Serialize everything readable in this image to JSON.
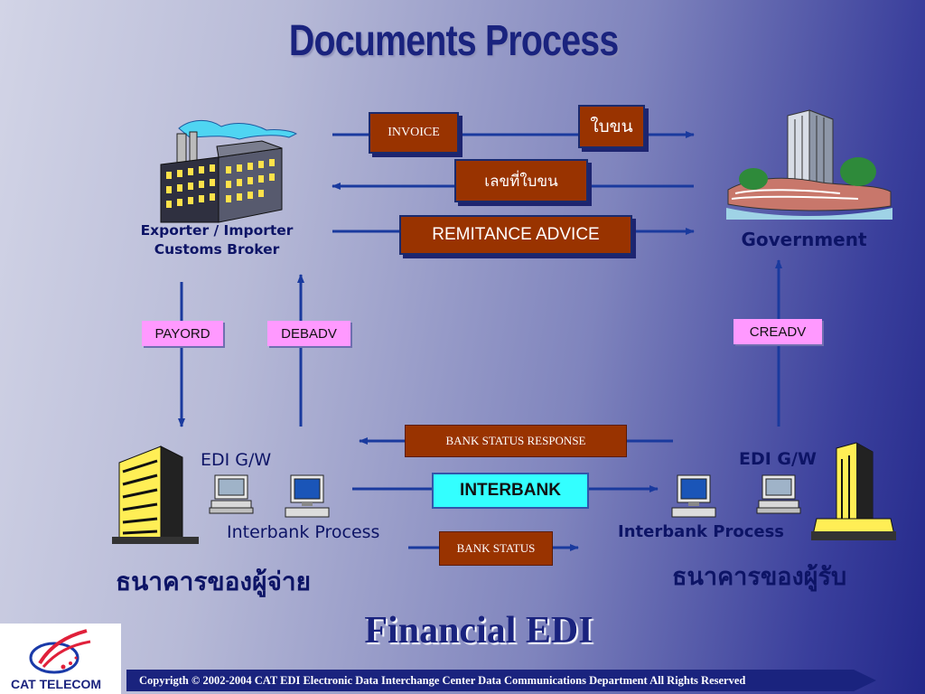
{
  "title": "Documents Process",
  "parties": {
    "exporter_line1": "Exporter / Importer",
    "exporter_line2": "Customs Broker",
    "government": "Government",
    "payer_edi": "EDI G/W",
    "payer_process": "Interbank Process",
    "payer_bank": "ธนาคารของผู้จ่าย",
    "payee_edi": "EDI G/W",
    "payee_process": "Interbank Process",
    "payee_bank": "ธนาคารของผู้รับ"
  },
  "messages": {
    "invoice": "INVOICE",
    "bai_khon": "ใบขน",
    "lek_thi_bai_khon": "เลขที่ใบขน",
    "remitance_advice": "REMITANCE ADVICE",
    "payord": "PAYORD",
    "debadv": "DEBADV",
    "creadv": "CREADV",
    "bank_status_response": "BANK STATUS RESPONSE",
    "interbank": "INTERBANK",
    "bank_status": "BANK STATUS"
  },
  "subtitle": "Financial EDI",
  "footer": {
    "copyright": "Copyrigth © 2002-2004  CAT EDI   Electronic Data Interchange Center    Data Communications Department All Rights Reserved",
    "logo_text": "CAT TELECOM"
  },
  "colors": {
    "arrow": "#1a3a9e",
    "doc_box": "#993300",
    "pink_box": "#ff99ff",
    "cyan_box": "#33ffff",
    "title": "#1a237e"
  }
}
